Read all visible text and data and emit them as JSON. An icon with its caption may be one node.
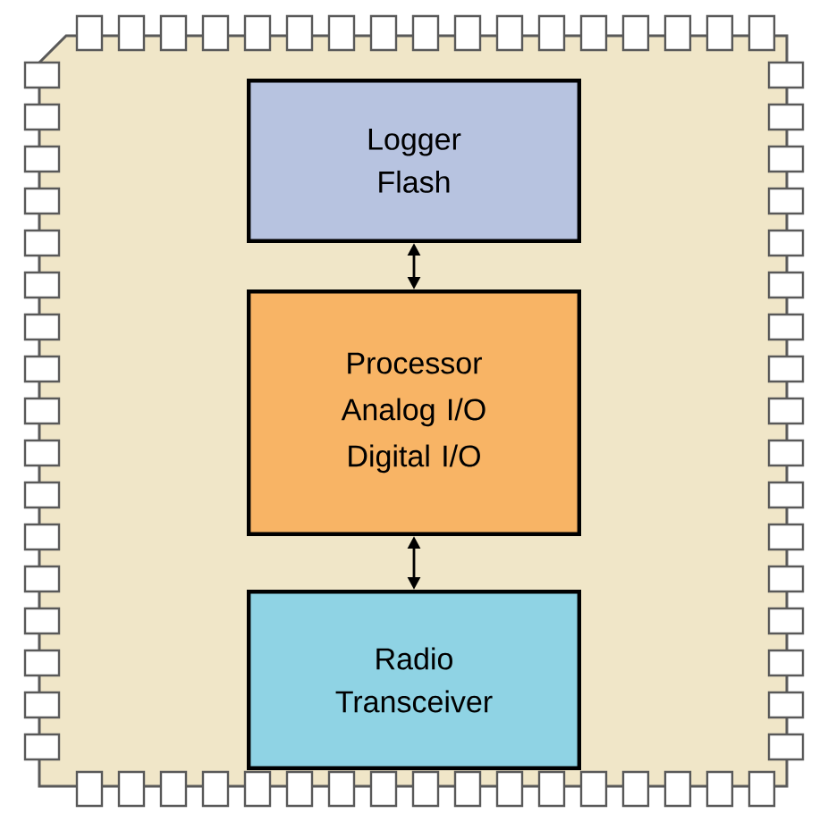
{
  "diagram": {
    "nodes": [
      {
        "text": [],
        "shape": "box"
      },
      {
        "text": [
          "Logger Flash"
        ],
        "in": 0
      },
      {
        "text": [
          "Processor",
          "Analog I/O",
          "Digital I/O"
        ],
        "in": 0
      },
      {
        "text": [
          "Radio Transceiver"
        ],
        "in": 0
      }
    ],
    "edges": [
      {
        "from": 1,
        "to": 2,
        "arrow": "both"
      },
      {
        "from": 2,
        "to": 3,
        "arrow": "both"
      }
    ]
  }
}
